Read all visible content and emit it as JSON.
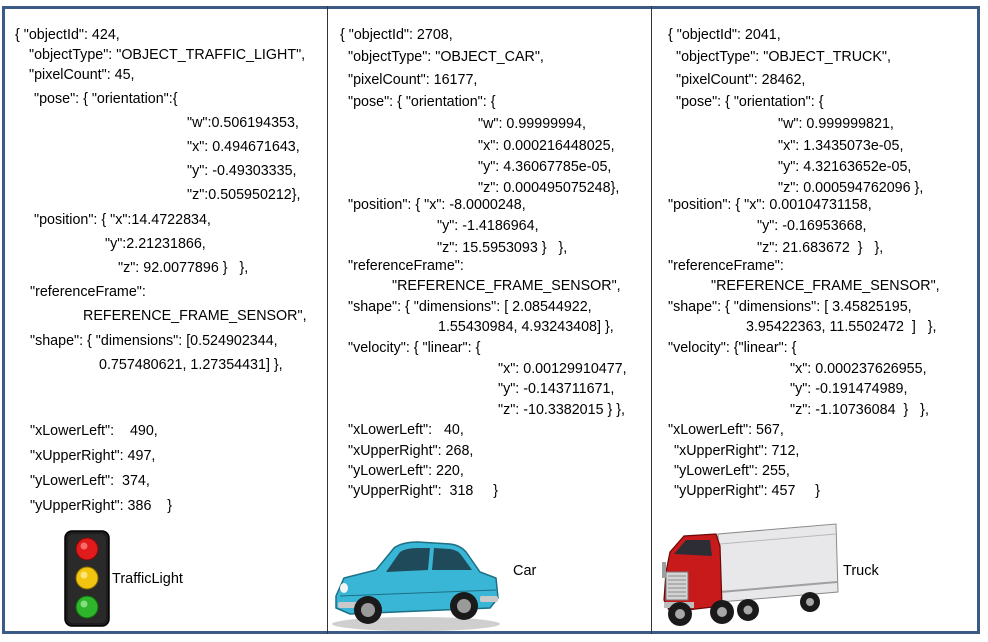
{
  "panels": [
    {
      "id": "traffic-light",
      "lines": [
        "{ \"objectId\": 424,",
        "\"objectType\": \"OBJECT_TRAFFIC_LIGHT\",",
        "\"pixelCount\": 45,",
        "\"pose\": { \"orientation\":{",
        "\"w\":0.506194353,",
        "\"x\": 0.494671643,",
        "\"y\": -0.49303335,",
        "\"z\":0.505950212},",
        "\"position\": { \"x\":14.4722834,",
        "\"y\":2.21231866,",
        "\"z\": 92.0077896 }   },",
        "\"referenceFrame\":",
        "REFERENCE_FRAME_SENSOR\",",
        "\"shape\": { \"dimensions\": [0.524902344,",
        "0.757480621, 1.27354431] },",
        "",
        "\"xLowerLeft\":    490,",
        "\"xUpperRight\": 497,",
        "\"yLowerLeft\":  374,",
        "\"yUpperRight\": 386    }"
      ],
      "caption": "TrafficLight"
    },
    {
      "id": "car",
      "lines": [
        "{ \"objectId\": 2708,",
        "\"objectType\": \"OBJECT_CAR\",",
        "\"pixelCount\": 16177,",
        "\"pose\": { \"orientation\": {",
        "\"w\": 0.99999994,",
        "\"x\": 0.000216448025,",
        "\"y\": 4.36067785e-05,",
        "\"z\": 0.000495075248},",
        "\"position\": { \"x\": -8.0000248,",
        "\"y\": -1.4186964,",
        "\"z\": 15.5953093 }   },",
        "\"referenceFrame\":",
        "\"REFERENCE_FRAME_SENSOR\",",
        "\"shape\": { \"dimensions\": [ 2.08544922,",
        "1.55430984, 4.93243408] },",
        "\"velocity\": { \"linear\": {",
        "\"x\": 0.00129910477,",
        "\"y\": -0.143711671,",
        "\"z\": -10.3382015 } },",
        "\"xLowerLeft\":   40,",
        "\"xUpperRight\": 268,",
        "\"yLowerLeft\": 220,",
        "\"yUpperRight\":  318     }"
      ],
      "caption": "Car"
    },
    {
      "id": "truck",
      "lines": [
        "{ \"objectId\": 2041,",
        "\"objectType\": \"OBJECT_TRUCK\",",
        "\"pixelCount\": 28462,",
        "\"pose\": { \"orientation\": {",
        "\"w\": 0.999999821,",
        "\"x\": 1.3435073e-05,",
        "\"y\": 4.32163652e-05,",
        "\"z\": 0.000594762096 },",
        "\"position\": { \"x\": 0.00104731158,",
        "\"y\": -0.16953668,",
        "\"z\": 21.683672  }   },",
        "\"referenceFrame\":",
        "\"REFERENCE_FRAME_SENSOR\",",
        "\"shape\": { \"dimensions\": [ 3.45825195,",
        "3.95422363, 11.5502472  ]   },",
        "\"velocity\": {\"linear\": {",
        "\"x\": 0.000237626955,",
        "\"y\": -0.191474989,",
        "\"z\": -1.10736084  }   },",
        "\"xLowerLeft\": 567,",
        "\"xUpperRight\": 712,",
        "\"yLowerLeft\": 255,",
        "\"yUpperRight\": 457     }"
      ],
      "caption": "Truck"
    }
  ],
  "icons": [
    "traffic-light-icon",
    "car-icon",
    "truck-icon"
  ],
  "colors": {
    "border": "#3b5a86",
    "light_red": "#e11b1b",
    "light_yellow": "#f2c40f",
    "light_green": "#2fb52b",
    "car_body": "#39b6d6",
    "truck_cab": "#c81a1a"
  }
}
